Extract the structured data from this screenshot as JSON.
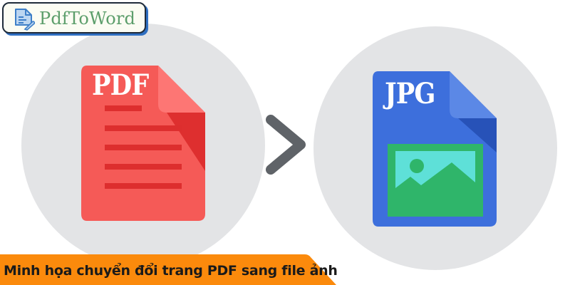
{
  "logo": {
    "text": "PdfToWord",
    "icon": "document-pen-icon",
    "text_color": "#5c9e6b",
    "border_color": "#1f2b3a",
    "shadow_color": "#2f6fc2"
  },
  "source_file": {
    "label": "PDF",
    "icon": "pdf-file-icon",
    "color": "#f55a57",
    "line_color": "#dd2e2e"
  },
  "arrow": {
    "icon": "chevron-right-icon",
    "color": "#5f6368"
  },
  "target_file": {
    "label": "JPG",
    "icon": "jpg-image-file-icon",
    "color": "#3d6fdc",
    "image_frame_color": "#2fb56a",
    "sky_color": "#5ee0d8"
  },
  "caption": {
    "text": "Minh họa chuyển đổi trang PDF sang file ảnh",
    "background": "#fb8a0c"
  }
}
